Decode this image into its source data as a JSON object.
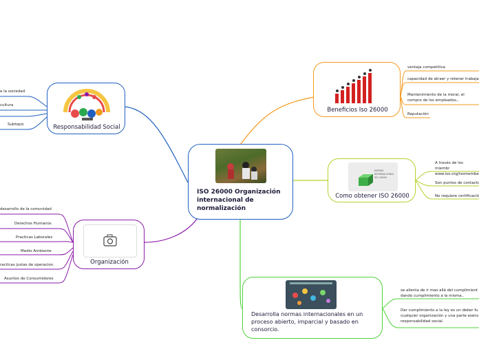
{
  "central": {
    "title": "ISO 26000 Organización internacional de normalización",
    "color": "#1f5fbf"
  },
  "topics": {
    "responsabilidad": {
      "title": "Responsabilidad Social",
      "color": "#1f5fbf",
      "leaves": [
        "e la sociedad",
        "cultura",
        "",
        "Subtopic"
      ]
    },
    "organizacion": {
      "title": "Organización",
      "color": "#8a1aa8",
      "image_icon": "camera-icon",
      "leaves": [
        "desarrollo de la comunidad",
        "Derechos Humanos",
        "Practicas Laborales",
        "Medio Ambiente",
        "racticas justas de operacion.",
        "Asuntos de Consumidores"
      ]
    },
    "beneficios": {
      "title": "Beneficios Iso 26000",
      "color": "#f39a1e",
      "leaves": [
        "ventaja competitiva",
        "capacidad de atraer y retener trabaja",
        "Mantenimiento de la moral, el compro de los empleados.,",
        "Reputación"
      ]
    },
    "obtener": {
      "title": "Como obtener  ISO 26000",
      "color": "#b6d12a",
      "image_caption": "NORMA INTERNACIONAL ISO 26000",
      "leaves": [
        "A través de los miembr www.iso.org/isomembe",
        "Son puntos de contacto",
        "No requiere certificació"
      ]
    },
    "desarrolla": {
      "title": "Desarrolla normas internacionales en un proceso abierto, imparcial y basado en consorcio.",
      "color": "#4fd23a",
      "leaves": [
        "se alienta de ir mas allá del cumplimient dando cumplimiento a la misma..",
        "Dar cumplimiento a la ley es un deber fu cualquier organización y una parte esenc responsabilidad social."
      ]
    }
  }
}
